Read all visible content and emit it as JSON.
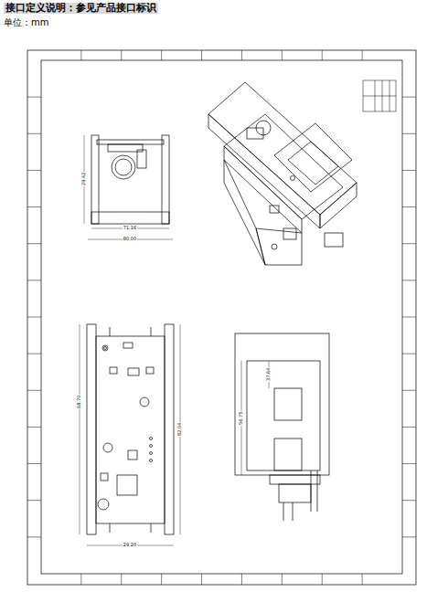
{
  "diagram": {
    "title": "接口定义说明：参见产品接口标识",
    "labels": [
      "单位：mm",
      "29.42",
      "71.16",
      "80.00",
      "68.70",
      "82.04",
      "29.20",
      "37.64",
      "56.75"
    ]
  }
}
